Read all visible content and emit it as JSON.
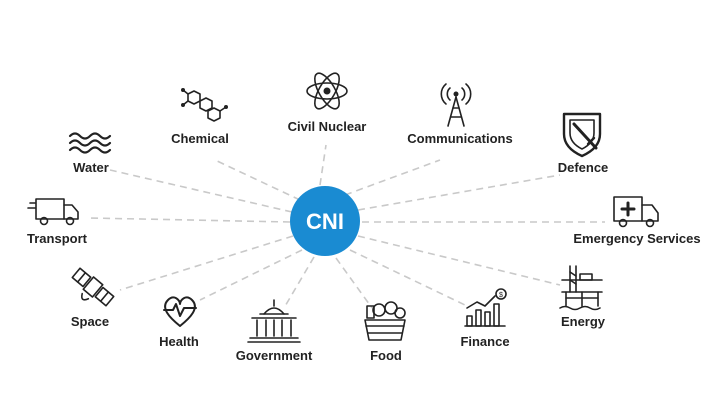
{
  "hub": {
    "label": "CNI",
    "color": "#1a8bd2"
  },
  "sectors": {
    "chemical": "Chemical",
    "civil_nuclear": "Civil Nuclear",
    "communications": "Communications",
    "water": "Water",
    "defence": "Defence",
    "transport": "Transport",
    "emergency_services": "Emergency Services",
    "space": "Space",
    "energy": "Energy",
    "health": "Health",
    "government": "Government",
    "food": "Food",
    "finance": "Finance"
  },
  "icons": {
    "chemical": "molecule-icon",
    "civil_nuclear": "atom-icon",
    "communications": "antenna-tower-icon",
    "water": "waves-icon",
    "defence": "shield-sword-icon",
    "transport": "truck-icon",
    "emergency_services": "ambulance-icon",
    "space": "satellite-icon",
    "energy": "oil-rig-icon",
    "health": "heartbeat-icon",
    "government": "government-building-icon",
    "food": "food-basket-icon",
    "finance": "growth-chart-icon"
  }
}
